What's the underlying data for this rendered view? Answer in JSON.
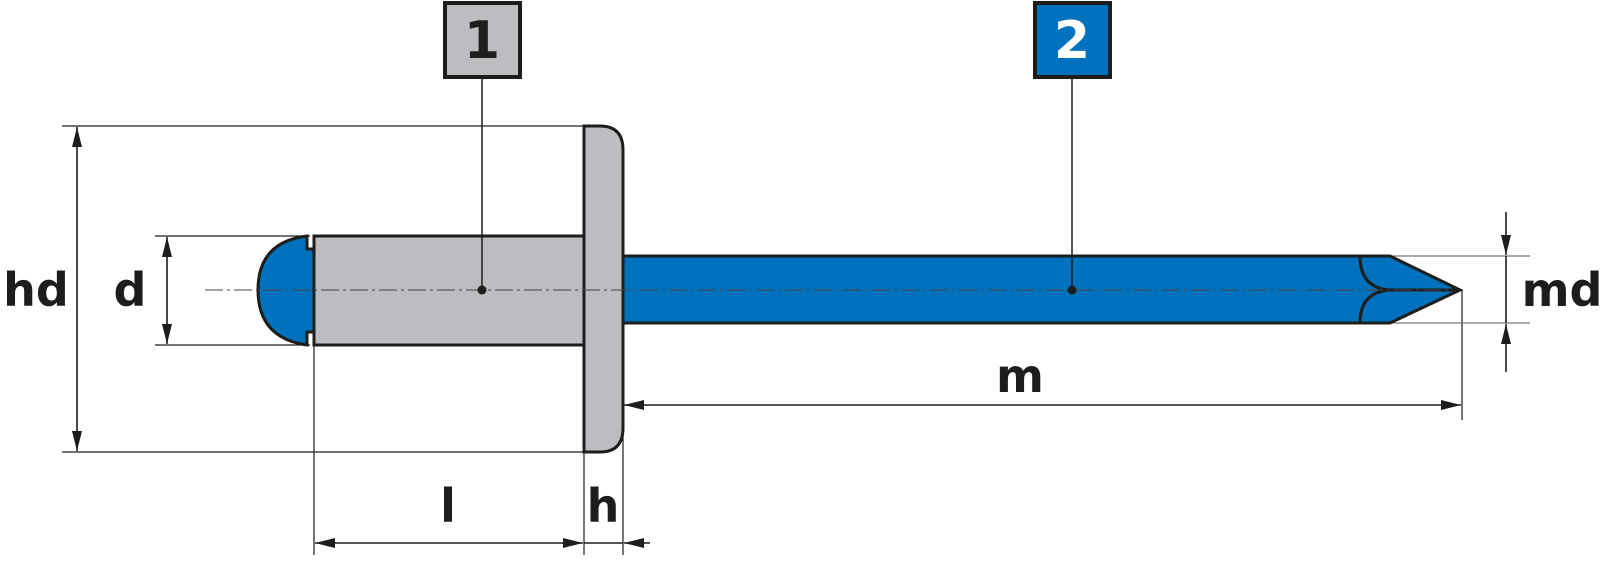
{
  "diagram": {
    "type": "technical-drawing",
    "subject": "blind rivet dimension diagram",
    "colors": {
      "body_gray": "#bcbdc0",
      "mandrel_blue": "#0071bc",
      "outline": "#1d1d1b",
      "dim_line": "#1d1d1b",
      "background": "#ffffff"
    },
    "callouts": [
      {
        "number": "1",
        "part": "rivet body",
        "fill": "#bcbdc0",
        "text_color": "#1d1d1b"
      },
      {
        "number": "2",
        "part": "mandrel",
        "fill": "#0071bc",
        "text_color": "#ffffff"
      }
    ],
    "dimensions": {
      "hd": "hd",
      "d": "d",
      "l": "l",
      "h": "h",
      "m": "m",
      "md": "md"
    }
  }
}
